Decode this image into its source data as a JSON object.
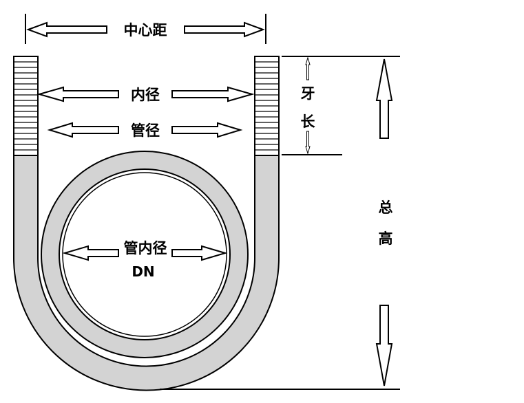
{
  "diagram": {
    "labels": {
      "center_distance": "中心距",
      "inner_width": "内径",
      "pipe_diameter": "管径",
      "pipe_inner_diameter": "管内径",
      "dn": "DN",
      "thread_length_1": "牙",
      "thread_length_2": "长",
      "total_height_1": "总",
      "total_height_2": "高"
    },
    "colors": {
      "bolt_fill": "#d3d3d3",
      "outline": "#000000",
      "background": "#ffffff"
    }
  }
}
